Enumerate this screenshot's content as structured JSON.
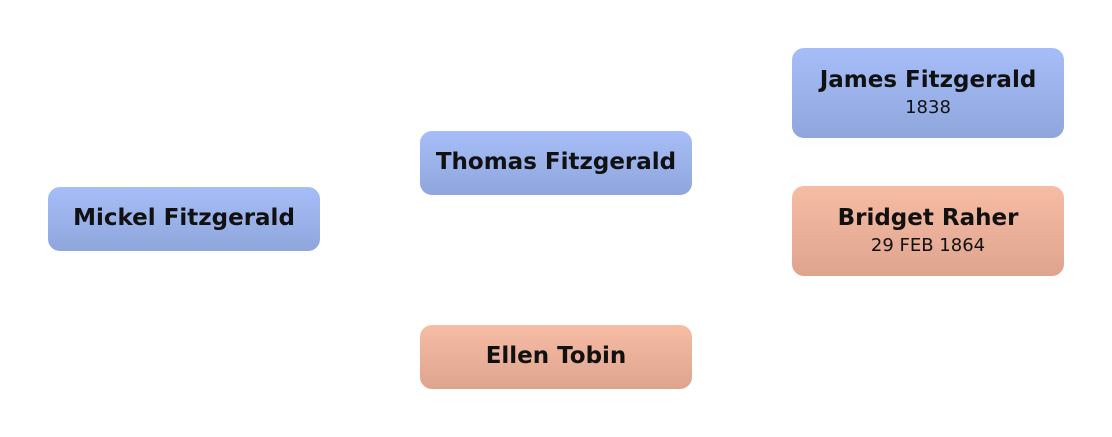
{
  "people": {
    "mickel": {
      "name": "Mickel Fitzgerald",
      "sex": "male"
    },
    "thomas": {
      "name": "Thomas Fitzgerald",
      "sex": "male"
    },
    "ellen": {
      "name": "Ellen Tobin",
      "sex": "female"
    },
    "james": {
      "name": "James Fitzgerald",
      "date": "1838",
      "sex": "male"
    },
    "bridget": {
      "name": "Bridget Raher",
      "date": "29 FEB 1864",
      "sex": "female"
    }
  },
  "colors": {
    "male_top": "#a7bdf8",
    "male_bottom": "#8fa6dc",
    "female_top": "#f7bca4",
    "female_bottom": "#dea48e"
  }
}
